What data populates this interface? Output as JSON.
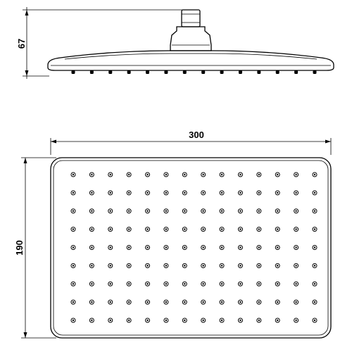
{
  "dimensions": {
    "height_label": "67",
    "width_label": "300",
    "depth_label": "190"
  },
  "nozzle_grid": {
    "columns": 14,
    "rows": 9
  },
  "colors": {
    "stroke": "#000000",
    "background": "#ffffff"
  }
}
